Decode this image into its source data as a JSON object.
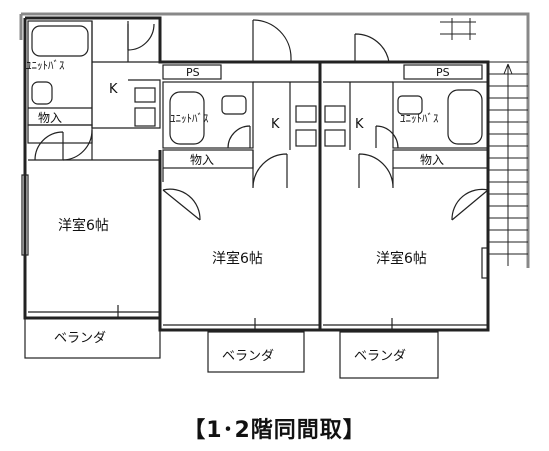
{
  "caption": "【1･2階同間取】",
  "labels": {
    "unit_bath": "ﾕﾆｯﾄﾊﾞｽ",
    "kitchen": "K",
    "closet": "物入",
    "pipe_space": "PS",
    "western_room": "洋室6帖",
    "veranda": "ベランダ"
  }
}
